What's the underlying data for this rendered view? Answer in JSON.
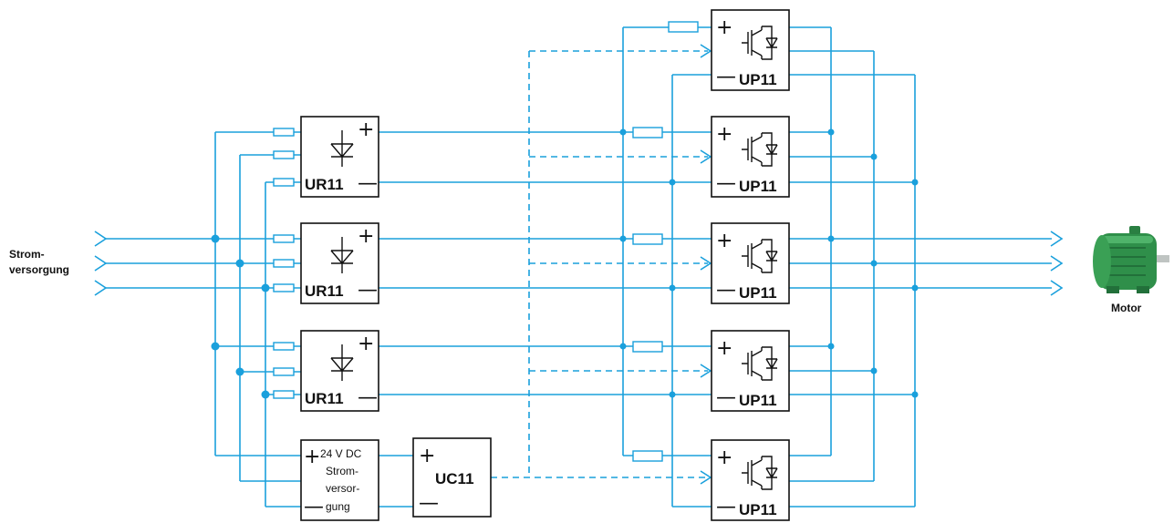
{
  "input_label_line1": "Strom-",
  "input_label_line2": "versorgung",
  "motor_label": "Motor",
  "rectifier_label": "UR11",
  "inverter_label": "UP11",
  "controller_label": "UC11",
  "psu_line1": "24 V DC",
  "psu_line2": "Strom-",
  "psu_line3": "versor-",
  "psu_line4": "gung",
  "plus": "+",
  "minus": "—",
  "colors": {
    "wire": "#1aa0dc",
    "box": "#111111",
    "motor": "#2f8f4a"
  }
}
